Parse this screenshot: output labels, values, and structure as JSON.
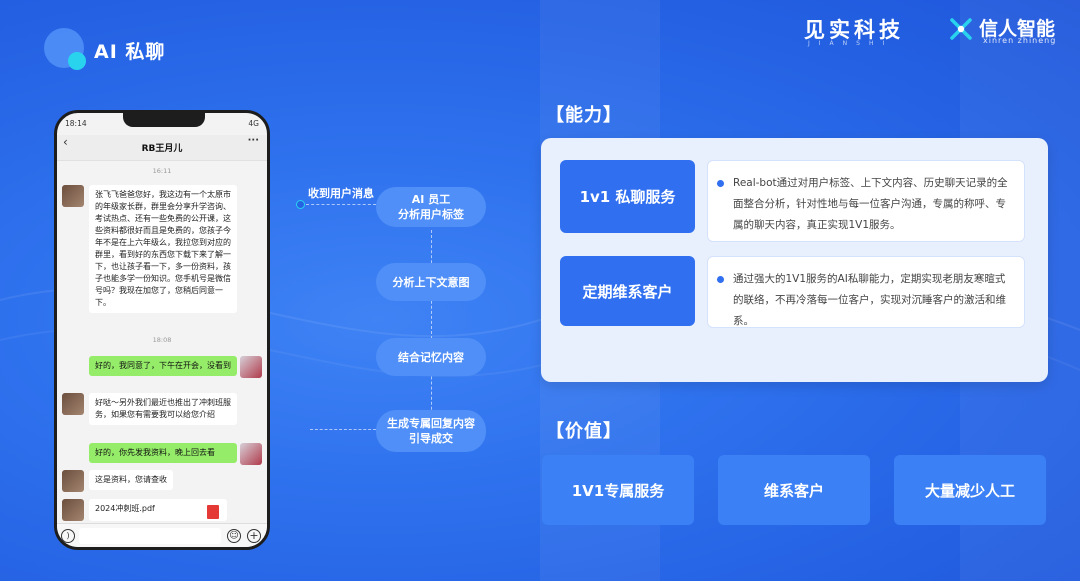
{
  "header": {
    "title": "AI 私聊",
    "brand1": "见实科技",
    "brand1_sub": "JIANSHI",
    "brand2": "信人智能",
    "brand2_sub": "xinren zhineng"
  },
  "phone": {
    "status_time": "18:14",
    "status_right": "4G",
    "contact_name": "RB王月儿",
    "times": [
      "16:11",
      "18:08"
    ],
    "messages": [
      {
        "side": "left",
        "text": "张飞飞爸爸您好，我这边有一个太原市的年级家长群，群里会分享升学咨询、考试热点、还有一些免费的公开课，这些资料都很好而且是免费的，您孩子今年不是在上六年级么，我拉您到对应的群里，看到好的东西您下载下来了解一下，也让孩子看一下，多一份资料，孩子也能多学一份知识。您手机号是微信号吗？我现在加您了，您稍后同意一下。"
      },
      {
        "side": "right",
        "text": "好的，我同意了，下午在开会，没看到"
      },
      {
        "side": "left",
        "text": "好哒～另外我们最近也推出了冲刺班服务，如果您有需要我可以给您介绍"
      },
      {
        "side": "right",
        "text": "好的，你先发我资料，晚上回去看"
      },
      {
        "side": "left",
        "text": "这是资料，您请查收"
      },
      {
        "side": "left",
        "text": "2024冲刺班.pdf"
      }
    ]
  },
  "flow": {
    "caption": "收到用户消息",
    "steps": [
      {
        "line1": "AI 员工",
        "line2": "分析用户标签"
      },
      {
        "line1": "分析上下文意图",
        "line2": ""
      },
      {
        "line1": "结合记忆内容",
        "line2": ""
      },
      {
        "line1": "生成专属回复内容",
        "line2": "引导成交"
      }
    ]
  },
  "ability": {
    "title": "【能力】",
    "items": [
      {
        "label": "1v1 私聊服务",
        "desc": "Real-bot通过对用户标签、上下文内容、历史聊天记录的全面整合分析，针对性地与每一位客户沟通，专属的称呼、专属的聊天内容，真正实现1V1服务。"
      },
      {
        "label": "定期维系客户",
        "desc": "通过强大的1V1服务的AI私聊能力，定期实现老朋友寒暄式的联络，不再冷落每一位客户，实现对沉睡客户的激活和维系。"
      }
    ]
  },
  "value": {
    "title": "【价值】",
    "items": [
      "1V1专属服务",
      "维系客户",
      "大量减少人工"
    ]
  },
  "colors": {
    "background": "#2b6be8",
    "accent": "#2f6ff0",
    "panel": "#e9f0fd",
    "chat_green": "#95ec69"
  }
}
